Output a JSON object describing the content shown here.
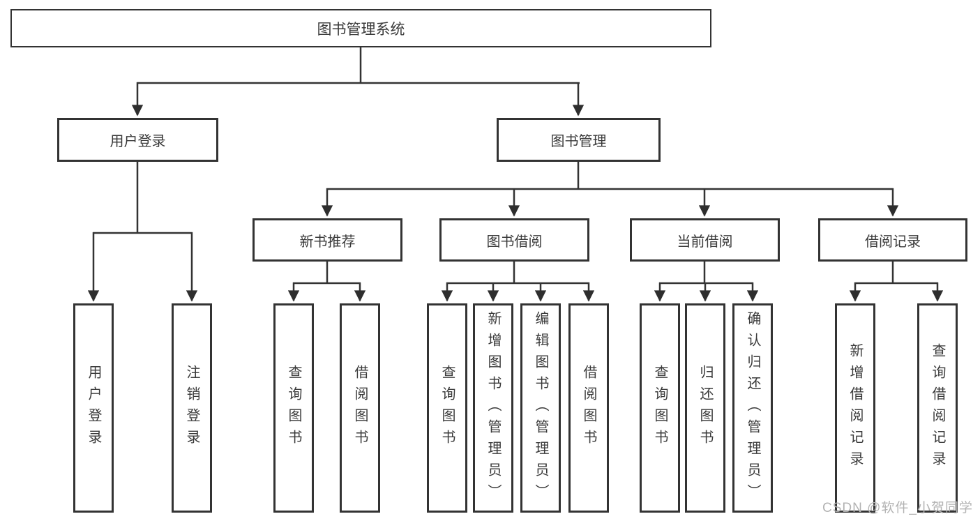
{
  "tree": {
    "label": "图书管理系统",
    "children": [
      {
        "label": "用户登录",
        "children": [
          {
            "label": "用户登录"
          },
          {
            "label": "注销登录"
          }
        ]
      },
      {
        "label": "图书管理",
        "children": [
          {
            "label": "新书推荐",
            "children": [
              {
                "label": "查询图书"
              },
              {
                "label": "借阅图书"
              }
            ]
          },
          {
            "label": "图书借阅",
            "children": [
              {
                "label": "查询图书"
              },
              {
                "label": "新增图书（管理员）"
              },
              {
                "label": "编辑图书（管理员）"
              },
              {
                "label": "借阅图书"
              }
            ]
          },
          {
            "label": "当前借阅",
            "children": [
              {
                "label": "查询图书"
              },
              {
                "label": "归还图书"
              },
              {
                "label": "确认归还（管理员）"
              }
            ]
          },
          {
            "label": "借阅记录",
            "children": [
              {
                "label": "新增借阅记录"
              },
              {
                "label": "查询借阅记录"
              }
            ]
          }
        ]
      }
    ]
  },
  "watermark": {
    "text": "CSDN @软件_小贺同学"
  },
  "colors": {
    "line": "#333333",
    "arrow": "#2e2e2e",
    "text": "#3a3a3a",
    "box_background": "#ffffff",
    "watermark": "#b3b3b3"
  }
}
